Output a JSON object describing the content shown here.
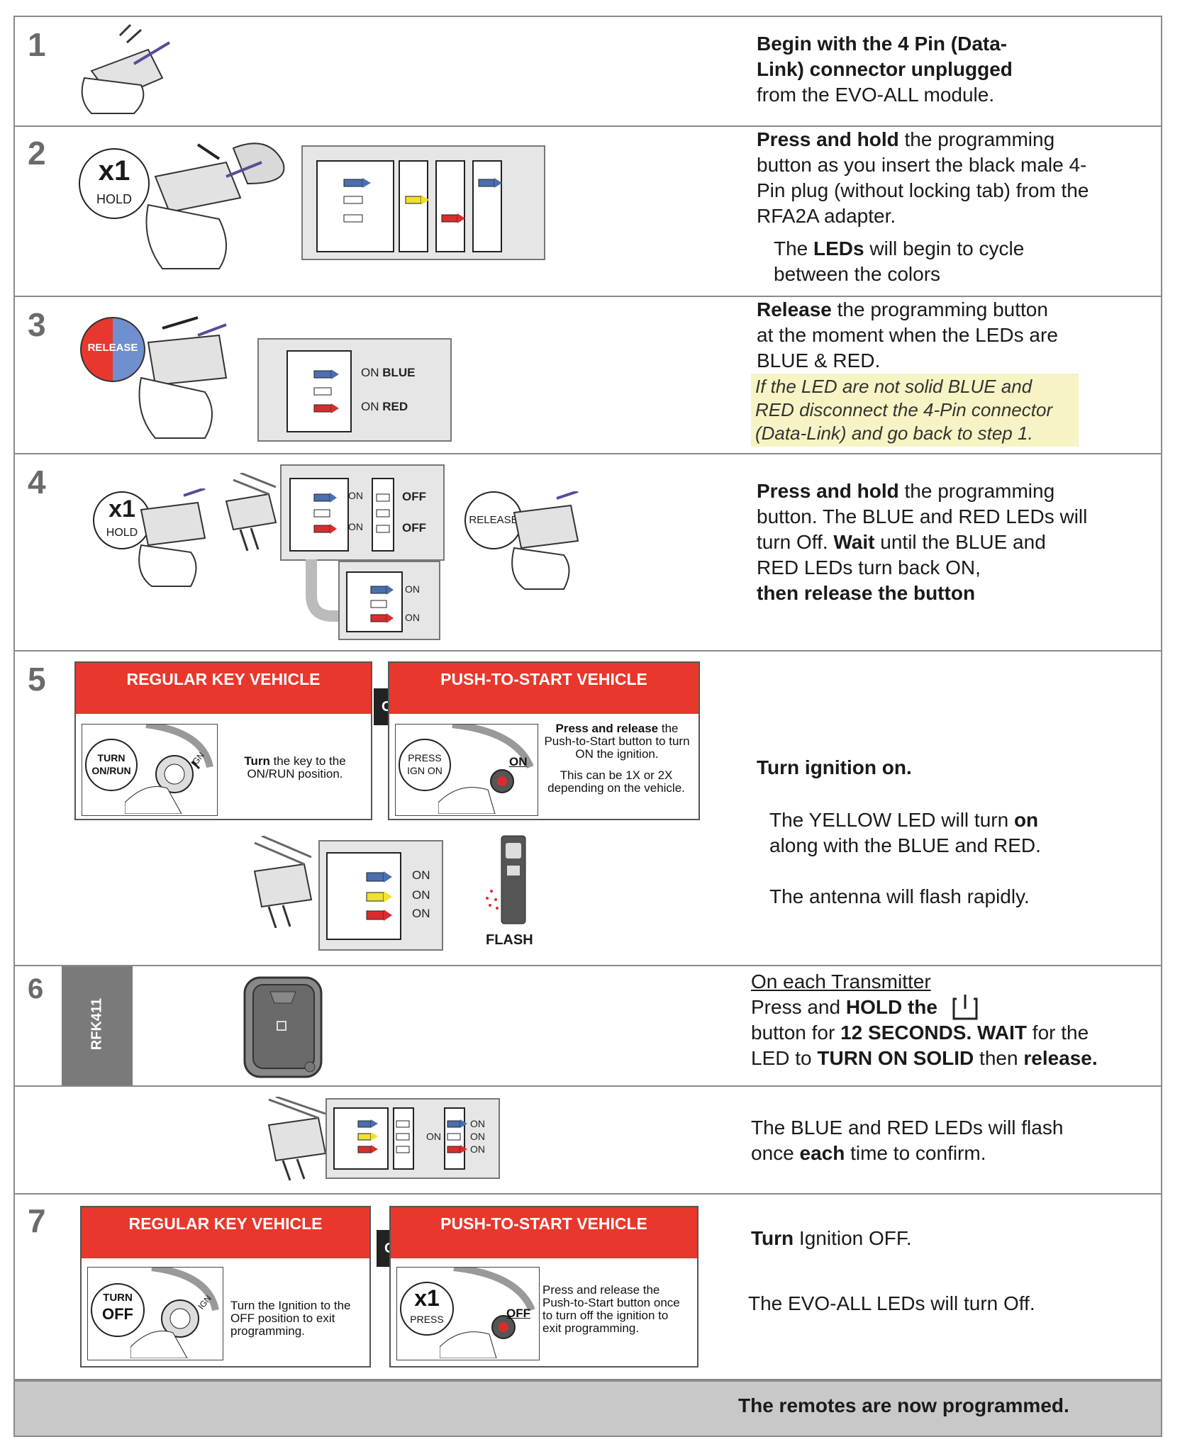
{
  "steps": {
    "s1": {
      "number": "1",
      "text_bold": "Begin with the 4 Pin (Data-Link) connector unplugged",
      "text_rest": "from the EVO-ALL module."
    },
    "s2": {
      "number": "2",
      "badge_count": "x1",
      "badge_label": "HOLD",
      "text_bold": "Press and hold",
      "text_rest": "the programming button as you insert the black male 4-Pin plug (without locking tab) from the RFA2A adapter.",
      "sub_pre": "The ",
      "sub_bold": "LEDs",
      "sub_rest": " will begin to cycle between the colors"
    },
    "s3": {
      "number": "3",
      "release_label": "RELEASE",
      "led_on": "ON",
      "led_blue": "BLUE",
      "led_red": "RED",
      "text_bold": "Release",
      "text_rest": "the programming button at the moment when the LEDs are BLUE & RED.",
      "note": "If the LED are not solid BLUE and RED disconnect the 4-Pin connector (Data-Link) and go back to step 1."
    },
    "s4": {
      "number": "4",
      "badge_count": "x1",
      "badge_label": "HOLD",
      "release_label": "RELEASE",
      "on": "ON",
      "off": "OFF",
      "t1_bold": "Press and hold",
      "t1_rest": " the programming button. The BLUE and RED LEDs will turn Off. ",
      "t2_bold": "Wait",
      "t2_rest": " until the BLUE and RED LEDs turn back ON,",
      "t3_bold": "then release the button"
    },
    "s5": {
      "number": "5",
      "regular_title": "REGULAR KEY VEHICLE",
      "or": "OR",
      "push_title": "PUSH-TO-START VEHICLE",
      "turn_label": "TURN ON/RUN",
      "ign": "IGN",
      "regular_bold": "Turn",
      "regular_rest": " the key to the ON/RUN position.",
      "press_label": "PRESS IGN ON",
      "on_label": "ON",
      "push_bold": "Press and release",
      "push_rest": " the Push-to-Start button to turn ON the ignition.",
      "push_note": "This can be 1X or 2X depending on the vehicle.",
      "on": "ON",
      "flash": "FLASH",
      "main_bold": "Turn ignition on.",
      "yellow_pre": "The ",
      "yellow_word": "YELLOW",
      "yellow_mid": " LED will turn ",
      "yellow_on": "on",
      "yellow_rest": " along with the BLUE and RED.",
      "antenna": "The antenna will flash rapidly."
    },
    "s6": {
      "number": "6",
      "model": "RFK411",
      "heading": "On each Transmitter",
      "l1_pre": "Press and ",
      "l1_bold": "HOLD the",
      "l2_pre": "button for ",
      "l2_bold": "12 SECONDS. WAIT",
      "l2_rest": " for the",
      "l3_pre": "LED to ",
      "l3_bold": "TURN ON SOLID",
      "l3_mid": " then ",
      "l3_end": "release."
    },
    "s6b": {
      "on": "ON",
      "text_pre": "The BLUE and RED LEDs will flash once ",
      "text_bold": "each",
      "text_rest": " time to confirm."
    },
    "s7": {
      "number": "7",
      "regular_title": "REGULAR KEY VEHICLE",
      "or": "OR",
      "push_title": "PUSH-TO-START VEHICLE",
      "turn_label": "TURN",
      "off_label": "OFF",
      "ign": "IGN",
      "regular_text": "Turn the Ignition to the OFF position to exit programming.",
      "x1": "x1",
      "press": "PRESS",
      "off": "OFF",
      "push_text": "Press and release the Push-to-Start button once to turn off the ignition to exit programming.",
      "main_bold": "Turn",
      "main_rest": " Ignition OFF.",
      "leds_pre": "The ",
      "leds_bold": "EVO-ALL",
      "leds_rest": " LEDs will turn Off."
    },
    "footer": {
      "text": "The remotes are now programmed."
    }
  },
  "colors": {
    "red": "#e8372c",
    "blue": "#4a6fb0",
    "yellow": "#f0e030",
    "led_red": "#d92d2d",
    "note_bg": "#f6f4c4",
    "border": "#8a8a8a",
    "footer_bg": "#c8c8c8",
    "sidebar_bg": "#7a7a7a"
  }
}
